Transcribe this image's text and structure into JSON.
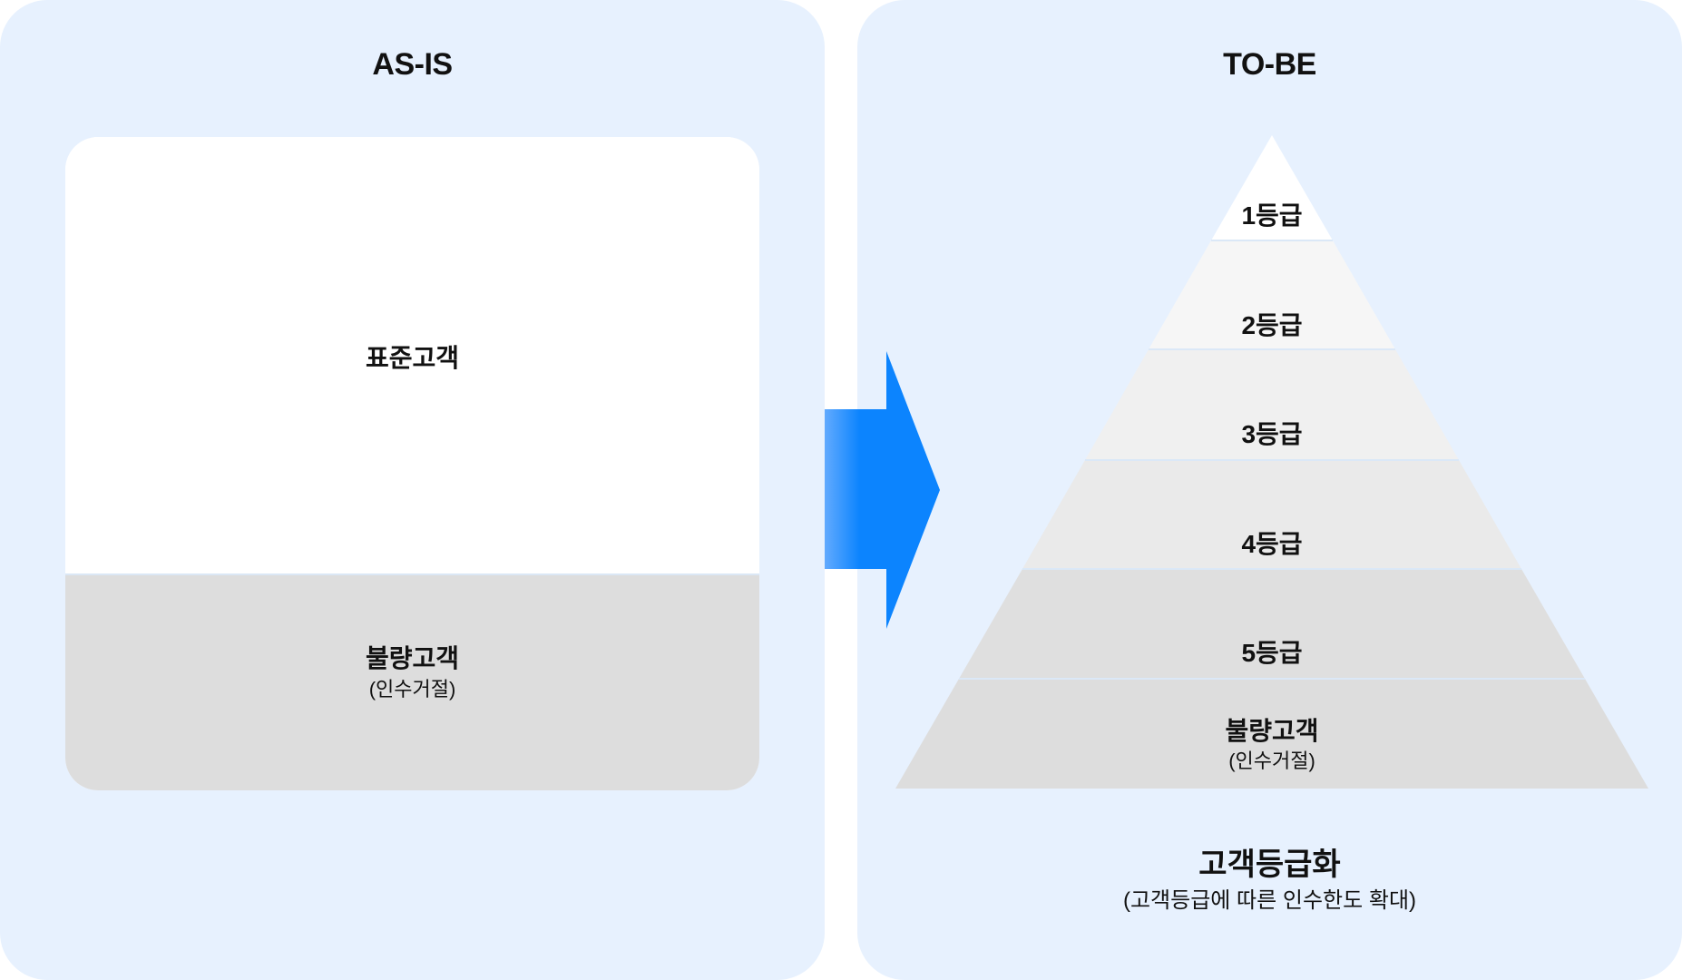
{
  "as_is": {
    "title": "AS-IS",
    "segments": [
      {
        "label": "표준고객",
        "sub": "",
        "color": "#ffffff"
      },
      {
        "label": "불량고객",
        "sub": "(인수거절)",
        "color": "#dddddd"
      }
    ]
  },
  "arrow": {
    "icon": "right-arrow-icon",
    "color_start": "#62aafe",
    "color_end": "#0c84fe"
  },
  "to_be": {
    "title": "TO-BE",
    "tiers": [
      {
        "label": "1등급",
        "sub": "",
        "color": "#ffffff"
      },
      {
        "label": "2등급",
        "sub": "",
        "color": "#f6f6f6"
      },
      {
        "label": "3등급",
        "sub": "",
        "color": "#f0f0f0"
      },
      {
        "label": "4등급",
        "sub": "",
        "color": "#eaeaea"
      },
      {
        "label": "5등급",
        "sub": "",
        "color": "#dfdfdf"
      },
      {
        "label": "불량고객",
        "sub": "(인수거절)",
        "color": "#dddddd"
      }
    ],
    "caption": {
      "title": "고객등급화",
      "subtitle": "(고객등급에 따른 인수한도 확대)"
    }
  },
  "colors": {
    "panel_bg": "#e7f1fe",
    "divider": "#dbe7f5",
    "text": "#111111"
  }
}
